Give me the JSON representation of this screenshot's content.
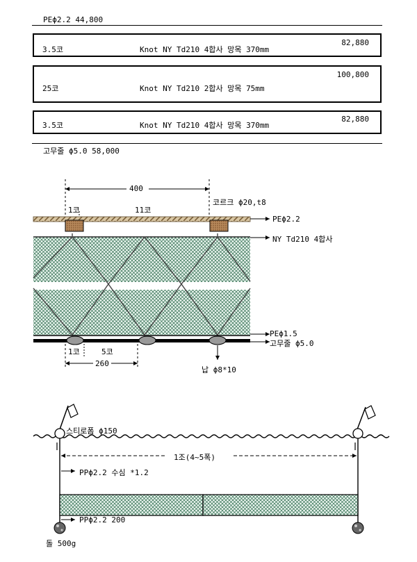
{
  "header": {
    "top_line": "PEϕ2.2   44,800"
  },
  "spec_rows": [
    {
      "count": "3.5코",
      "desc": "Knot NY Td210 4합사 망목 370mm",
      "price": "82,880"
    },
    {
      "count": "25코",
      "desc": "Knot NY Td210 2합사 망목 75mm",
      "price": "100,800"
    },
    {
      "count": "3.5코",
      "desc": "Knot NY Td210 4합사 망목 370mm",
      "price": "82,880"
    }
  ],
  "footer_line": "고무줄 ϕ5.0   58,000",
  "net_diagram": {
    "dim_top": "400",
    "label_1ko_top": "1코",
    "label_11ko": "11코",
    "cork_label": "코르크 ϕ20,t8",
    "pe22_label": "PEϕ2.2",
    "ny_label": "NY Td210 4합사",
    "pe15_label": "PEϕ1.5",
    "rubber_label": "고무줄 ϕ5.0",
    "label_1ko_bottom": "1코",
    "label_5ko": "5코",
    "dim_bottom": "260",
    "lead_label": "납 ϕ8*10"
  },
  "rig_diagram": {
    "float_label": "스티로폼 ϕ150",
    "span_label": "1조(4~5폭)",
    "rope_top_label": "PPϕ2.2  수심 *1.2",
    "rope_bottom_label": "PPϕ2.2  200",
    "stone_label": "돌 500g"
  }
}
